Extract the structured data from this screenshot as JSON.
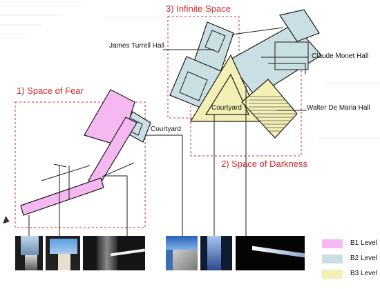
{
  "zones": {
    "infinite": "3) Infinite Space",
    "fear": "1) Space of Fear",
    "darkness": "2) Space of Darkness"
  },
  "rooms": {
    "turrell": "James Turrell Hall",
    "monet": "Claude Monet Hall",
    "courtyard_center": "Courtyard",
    "courtyard_left": "Courtyard",
    "demaria": "Walter De Maria Hall"
  },
  "legend": [
    {
      "label": "B1 Level",
      "color": "#f5b8f0"
    },
    {
      "label": "B2 Level",
      "color": "#c9dfe3"
    },
    {
      "label": "B3 Level",
      "color": "#f4efb4"
    }
  ],
  "colors": {
    "zone_border": "#d8262b",
    "b1_fill": "#f5b8f0",
    "b2_fill": "#c9dfe3",
    "b3_fill": "#f4efb4",
    "outline": "#1a1a1a"
  }
}
